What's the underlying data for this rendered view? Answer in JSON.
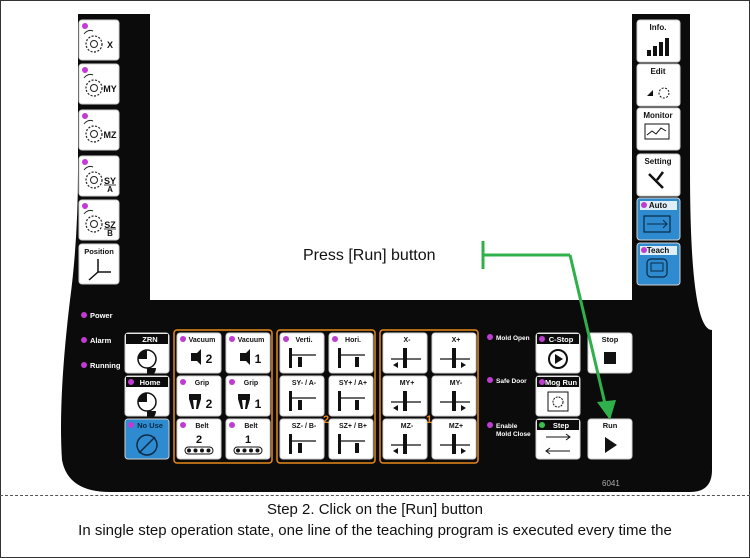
{
  "left_keys": [
    {
      "name": "axis-x-button",
      "label": "X"
    },
    {
      "name": "axis-my-button",
      "label": "MY"
    },
    {
      "name": "axis-mz-button",
      "label": "MZ"
    },
    {
      "name": "axis-sy-a-button",
      "label": "SY",
      "label2": "A"
    },
    {
      "name": "axis-sz-b-button",
      "label": "SZ",
      "label2": "B"
    },
    {
      "name": "position-button",
      "label": "Position"
    }
  ],
  "right_keys": [
    {
      "name": "info-button",
      "label": "Info."
    },
    {
      "name": "edit-button",
      "label": "Edit"
    },
    {
      "name": "monitor-button",
      "label": "Monitor"
    },
    {
      "name": "setting-button",
      "label": "Setting"
    },
    {
      "name": "auto-button",
      "label": "Auto"
    },
    {
      "name": "teach-button",
      "label": "Teach"
    }
  ],
  "indicators": [
    "Power",
    "Alarm",
    "Running"
  ],
  "system_keys": [
    {
      "name": "zrn-button",
      "label": "ZRN"
    },
    {
      "name": "home-button",
      "label": "Home"
    },
    {
      "name": "no-use-button",
      "label": "No Use"
    }
  ],
  "vacuum_grip_belt": [
    {
      "name": "vacuum-2-button",
      "label": "Vacuum",
      "num": "2"
    },
    {
      "name": "vacuum-1-button",
      "label": "Vacuum",
      "num": "1"
    },
    {
      "name": "grip-2-button",
      "label": "Grip",
      "num": "2"
    },
    {
      "name": "grip-1-button",
      "label": "Grip",
      "num": "1"
    },
    {
      "name": "belt-2-button",
      "label": "Belt",
      "num": "2"
    },
    {
      "name": "belt-1-button",
      "label": "Belt",
      "num": "1"
    }
  ],
  "axis_group2": [
    {
      "name": "verti-button",
      "label": "Verti."
    },
    {
      "name": "hori-button",
      "label": "Hori."
    },
    {
      "name": "sy-minus-a-minus-button",
      "label": "SY- / A-"
    },
    {
      "name": "sy-plus-a-plus-button",
      "label": "SY+ / A+"
    },
    {
      "name": "sz-minus-b-minus-button",
      "label": "SZ- / B-"
    },
    {
      "name": "sz-plus-b-plus-button",
      "label": "SZ+ / B+"
    }
  ],
  "axis_group1": [
    {
      "name": "x-minus-button",
      "label": "X-"
    },
    {
      "name": "x-plus-button",
      "label": "X+"
    },
    {
      "name": "my-plus-button",
      "label": "MY+"
    },
    {
      "name": "my-minus-button",
      "label": "MY-"
    },
    {
      "name": "mz-minus-button",
      "label": "MZ-"
    },
    {
      "name": "mz-plus-button",
      "label": "MZ+"
    }
  ],
  "group_numbers": {
    "g2": "2",
    "g1": "1"
  },
  "status_labels": {
    "mold_open": "Mold Open",
    "safe_door": "Safe Door",
    "enable1": "Enable",
    "enable2": "Mold Close"
  },
  "cycle_keys": [
    {
      "name": "c-stop-button",
      "label": "C-Stop"
    },
    {
      "name": "mog-run-button",
      "label": "Mog Run"
    },
    {
      "name": "step-button",
      "label": "Step"
    },
    {
      "name": "stop-button",
      "label": "Stop"
    },
    {
      "name": "run-button",
      "label": "Run"
    }
  ],
  "callout": "Press [Run] button",
  "model_code": "6041",
  "caption": {
    "line1": "Step 2. Click on the [Run] button",
    "line2": "In single step operation state, one line of the teaching program is executed every time the"
  },
  "colors": {
    "panel": "#0b0b0b",
    "orange": "#e8891a",
    "led_magenta": "#c03bd2",
    "led_green": "#37c24a",
    "blue_key": "#2e8bd0",
    "arrow": "#2fb04a"
  }
}
